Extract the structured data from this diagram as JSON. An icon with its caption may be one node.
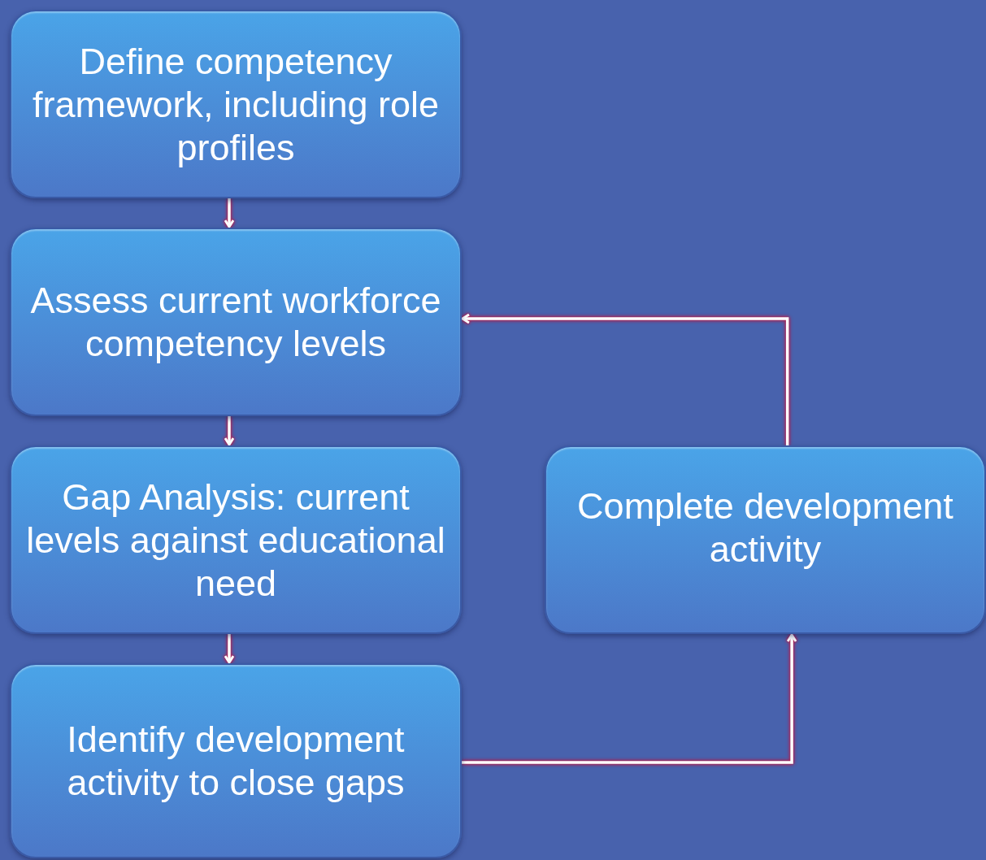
{
  "diagram": {
    "nodes": [
      {
        "text": [
          "Define competency framework, including role profiles"
        ]
      },
      {
        "text": [
          "Assess current workforce competency levels"
        ]
      },
      {
        "text": [
          "Gap Analysis: current levels against educational need"
        ]
      },
      {
        "text": [
          "Identify development activity to close gaps"
        ]
      },
      {
        "text": [
          "Complete development activity"
        ]
      }
    ],
    "edges": [
      {
        "from": 0,
        "to": 1,
        "arrow": "to"
      },
      {
        "from": 1,
        "to": 2,
        "arrow": "to"
      },
      {
        "from": 2,
        "to": 3,
        "arrow": "to"
      },
      {
        "from": 3,
        "to": 4,
        "arrow": "to"
      },
      {
        "from": 4,
        "to": 1,
        "arrow": "to"
      }
    ]
  }
}
